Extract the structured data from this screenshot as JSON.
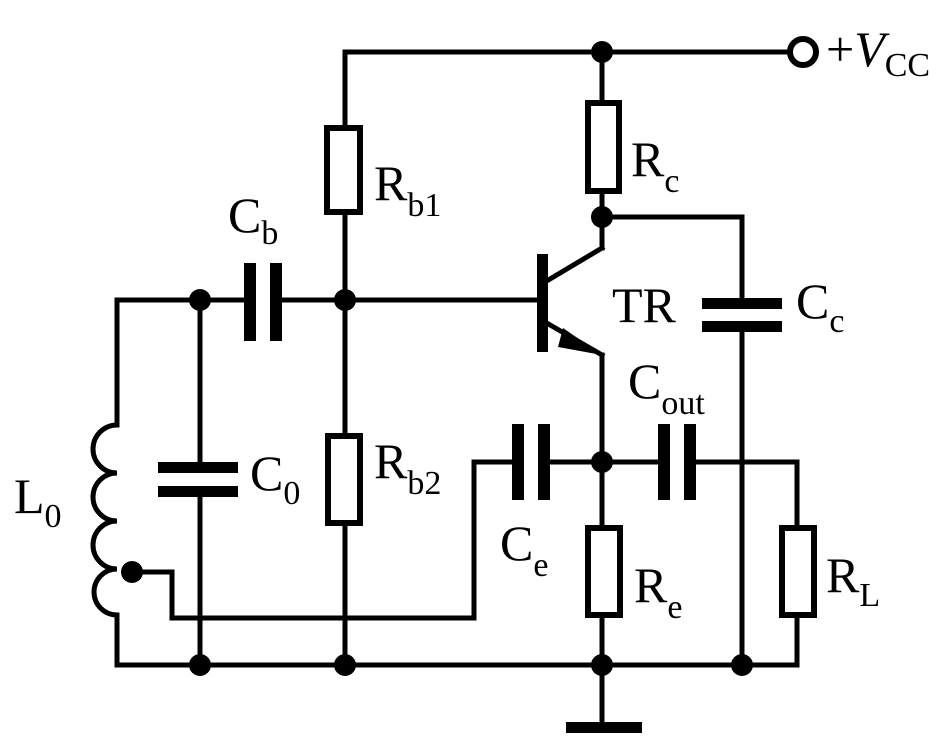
{
  "labels": {
    "vcc": {
      "plus": "+",
      "main": "V",
      "sub": "CC"
    },
    "rb1": {
      "main": "R",
      "sub": "b1"
    },
    "rc": {
      "main": "R",
      "sub": "c"
    },
    "cb": {
      "main": "C",
      "sub": "b"
    },
    "tr": {
      "main": "TR"
    },
    "cc": {
      "main": "C",
      "sub": "c"
    },
    "cout": {
      "main": "C",
      "sub": "out"
    },
    "l0": {
      "main": "L",
      "sub": "0"
    },
    "c0": {
      "main": "C",
      "sub": "0"
    },
    "rb2": {
      "main": "R",
      "sub": "b2"
    },
    "ce": {
      "main": "C",
      "sub": "e"
    },
    "re": {
      "main": "R",
      "sub": "e"
    },
    "rl": {
      "main": "R",
      "sub": "L"
    }
  },
  "colors": {
    "ink": "#000000",
    "background": "#ffffff"
  }
}
